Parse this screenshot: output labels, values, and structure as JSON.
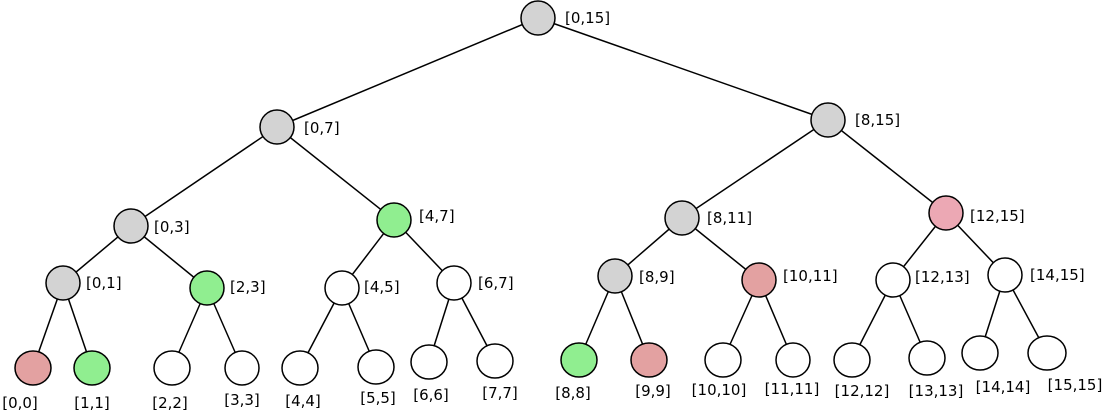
{
  "colors": {
    "gray": "#d3d3d3",
    "green": "#90ee90",
    "red": "#e3a1a1",
    "pink": "#eca8b4",
    "white": "#ffffff",
    "stroke": "#000000"
  },
  "tree": {
    "nodes": [
      {
        "id": "0-15",
        "label": "[0,15]",
        "fill": "gray"
      },
      {
        "id": "0-7",
        "label": "[0,7]",
        "fill": "gray"
      },
      {
        "id": "8-15",
        "label": "[8,15]",
        "fill": "gray"
      },
      {
        "id": "0-3",
        "label": "[0,3]",
        "fill": "gray"
      },
      {
        "id": "4-7",
        "label": "[4,7]",
        "fill": "green"
      },
      {
        "id": "8-11",
        "label": "[8,11]",
        "fill": "gray"
      },
      {
        "id": "12-15",
        "label": "[12,15]",
        "fill": "pink"
      },
      {
        "id": "0-1",
        "label": "[0,1]",
        "fill": "gray"
      },
      {
        "id": "2-3",
        "label": "[2,3]",
        "fill": "green"
      },
      {
        "id": "4-5",
        "label": "[4,5]",
        "fill": "white"
      },
      {
        "id": "6-7",
        "label": "[6,7]",
        "fill": "white"
      },
      {
        "id": "8-9",
        "label": "[8,9]",
        "fill": "gray"
      },
      {
        "id": "10-11",
        "label": "[10,11]",
        "fill": "red"
      },
      {
        "id": "12-13",
        "label": "[12,13]",
        "fill": "white"
      },
      {
        "id": "14-15",
        "label": "[14,15]",
        "fill": "white"
      },
      {
        "id": "0-0",
        "label": "[0,0]",
        "fill": "red"
      },
      {
        "id": "1-1",
        "label": "[1,1]",
        "fill": "green"
      },
      {
        "id": "2-2",
        "label": "[2,2]",
        "fill": "white"
      },
      {
        "id": "3-3",
        "label": "[3,3]",
        "fill": "white"
      },
      {
        "id": "4-4",
        "label": "[4,4]",
        "fill": "white"
      },
      {
        "id": "5-5",
        "label": "[5,5]",
        "fill": "white"
      },
      {
        "id": "6-6",
        "label": "[6,6]",
        "fill": "white"
      },
      {
        "id": "7-7",
        "label": "[7,7]",
        "fill": "white"
      },
      {
        "id": "8-8",
        "label": "[8,8]",
        "fill": "green"
      },
      {
        "id": "9-9",
        "label": "[9,9]",
        "fill": "red"
      },
      {
        "id": "10-10",
        "label": "[10,10]",
        "fill": "white"
      },
      {
        "id": "11-11",
        "label": "[11,11]",
        "fill": "white"
      },
      {
        "id": "12-12",
        "label": "[12,12]",
        "fill": "white"
      },
      {
        "id": "13-13",
        "label": "[13,13]",
        "fill": "white"
      },
      {
        "id": "14-14",
        "label": "[14,14]",
        "fill": "white"
      },
      {
        "id": "15-15",
        "label": "[15,15]",
        "fill": "white"
      }
    ],
    "edges": [
      [
        "0-15",
        "0-7"
      ],
      [
        "0-15",
        "8-15"
      ],
      [
        "0-7",
        "0-3"
      ],
      [
        "0-7",
        "4-7"
      ],
      [
        "8-15",
        "8-11"
      ],
      [
        "8-15",
        "12-15"
      ],
      [
        "0-3",
        "0-1"
      ],
      [
        "0-3",
        "2-3"
      ],
      [
        "4-7",
        "4-5"
      ],
      [
        "4-7",
        "6-7"
      ],
      [
        "8-11",
        "8-9"
      ],
      [
        "8-11",
        "10-11"
      ],
      [
        "12-15",
        "12-13"
      ],
      [
        "12-15",
        "14-15"
      ],
      [
        "0-1",
        "0-0"
      ],
      [
        "0-1",
        "1-1"
      ],
      [
        "2-3",
        "2-2"
      ],
      [
        "2-3",
        "3-3"
      ],
      [
        "4-5",
        "4-4"
      ],
      [
        "4-5",
        "5-5"
      ],
      [
        "6-7",
        "6-6"
      ],
      [
        "6-7",
        "7-7"
      ],
      [
        "8-9",
        "8-8"
      ],
      [
        "8-9",
        "9-9"
      ],
      [
        "10-11",
        "10-10"
      ],
      [
        "10-11",
        "11-11"
      ],
      [
        "12-13",
        "12-12"
      ],
      [
        "12-13",
        "13-13"
      ],
      [
        "14-15",
        "14-14"
      ],
      [
        "14-15",
        "15-15"
      ]
    ]
  }
}
